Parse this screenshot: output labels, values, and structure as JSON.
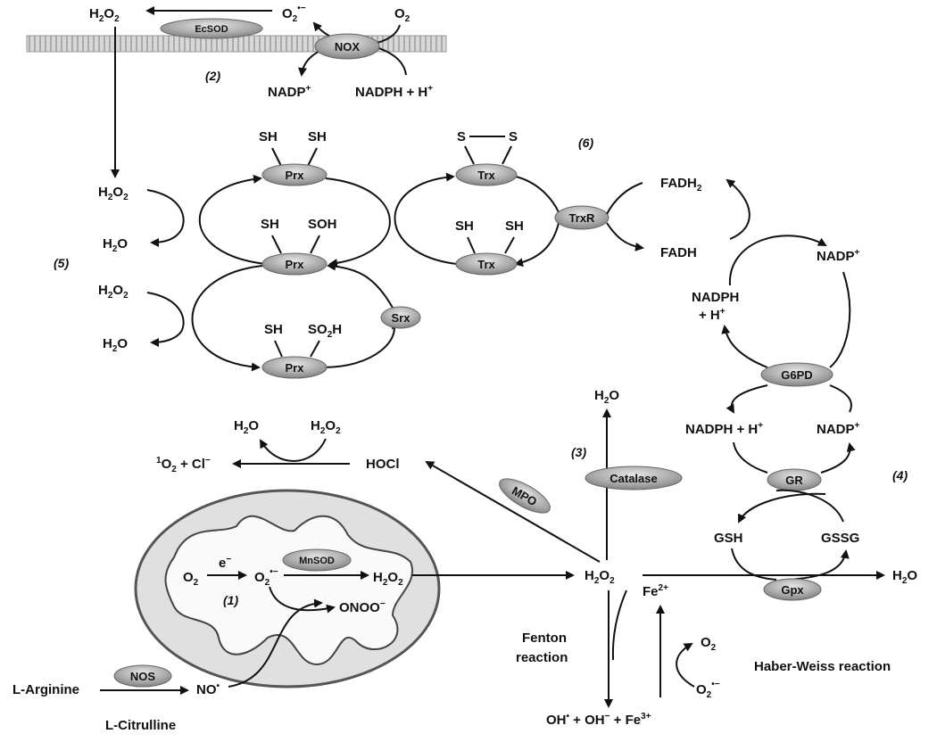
{
  "enzymes": {
    "ecsod": "EcSOD",
    "nox": "NOX",
    "prx_top": "Prx",
    "prx_mid": "Prx",
    "prx_bot": "Prx",
    "trx_top": "Trx",
    "trx_bot": "Trx",
    "trxr": "TrxR",
    "srx": "Srx",
    "g6pd": "G6PD",
    "gr": "GR",
    "catalase": "Catalase",
    "mpo": "MPO",
    "mnsod": "MnSOD",
    "nos": "NOS",
    "gpx": "Gpx"
  },
  "section_numbers": {
    "n1": "(1)",
    "n2": "(2)",
    "n3": "(3)",
    "n4": "(4)",
    "n5": "(5)",
    "n6": "(6)"
  },
  "labels": {
    "h2o2_top_left": "H2O2",
    "o2_superoxide_top": "O2•−",
    "o2_top_right": "O2",
    "nadp_plus_top": "NADP+",
    "nadph_h_top": "NADPH + H+",
    "h2o2_prx_1": "H2O2",
    "h2o_prx_1": "H2O",
    "h2o2_prx_2": "H2O2",
    "h2o_prx_2": "H2O",
    "prx_top_sh_left": "SH",
    "prx_top_sh_right": "SH",
    "prx_mid_sh": "SH",
    "prx_mid_soh": "SOH",
    "prx_bot_sh": "SH",
    "prx_bot_so2h": "SO2H",
    "trx_top_s_left": "S",
    "trx_top_s_right": "S",
    "trx_bot_sh_left": "SH",
    "trx_bot_sh_right": "SH",
    "fadh2": "FADH2",
    "fadh": "FADH",
    "nadp_plus_right": "NADP+",
    "nadph_h_right_1": "NADPH",
    "nadph_h_right_2": "+ H+",
    "nadph_h_gr": "NADPH + H+",
    "nadp_plus_gr": "NADP+",
    "gsh": "GSH",
    "gssg": "GSSG",
    "h2o_gpx": "H2O",
    "h2o_catalase": "H2O",
    "h2o_hocl": "H2O",
    "h2o2_hocl": "H2O2",
    "singlet_o2_cl": "1O2 + Cl−",
    "hocl": "HOCl",
    "o2_mito": "O2",
    "e_minus": "e−",
    "o2_superoxide_mito": "O2•−",
    "h2o2_mito": "H2O2",
    "onoo": "ONOO−",
    "h2o2_center": "H2O2",
    "fenton_1": "Fenton",
    "fenton_2": "reaction",
    "fe2": "Fe2+",
    "o2_fenton": "O2",
    "o2_superoxide_fenton": "O2•−",
    "haber_weiss": "Haber-Weiss reaction",
    "oh_products": "OH• + OH− + Fe3+",
    "l_arginine": "L-Arginine",
    "no_radical": "NO•",
    "l_citrulline": "L-Citrulline"
  },
  "colors": {
    "enzyme_fill": "#a9a9a9",
    "membrane": "#c8c8c8",
    "mito_fill": "#e0e0e0",
    "mito_stroke": "#555555"
  }
}
